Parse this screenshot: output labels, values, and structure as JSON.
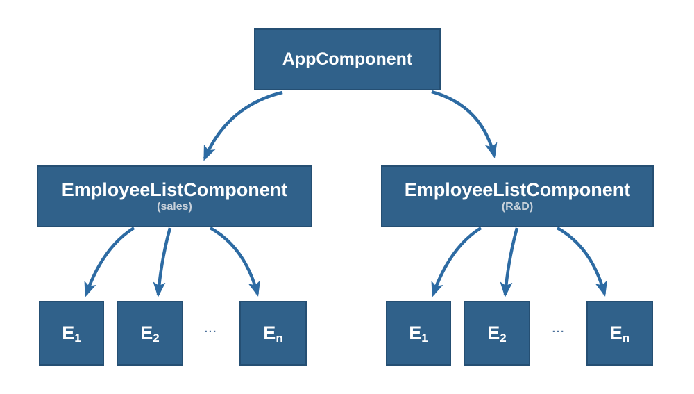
{
  "diagram": {
    "root": {
      "label": "AppComponent"
    },
    "groups": [
      {
        "name": "sales",
        "title": "EmployeeListComponent",
        "subtitle": "(sales)",
        "leaves": [
          {
            "base": "E",
            "sub": "1"
          },
          {
            "base": "E",
            "sub": "2"
          },
          {
            "base": "E",
            "sub": "n"
          }
        ],
        "ellipsis": "..."
      },
      {
        "name": "rnd",
        "title": "EmployeeListComponent",
        "subtitle": "(R&D)",
        "leaves": [
          {
            "base": "E",
            "sub": "1"
          },
          {
            "base": "E",
            "sub": "2"
          },
          {
            "base": "E",
            "sub": "n"
          }
        ],
        "ellipsis": "..."
      }
    ]
  },
  "colors": {
    "background": "#FFFFFF",
    "box_fill": "#30618A",
    "box_border": "#254F73",
    "arrow": "#2D6BA3",
    "text": "#FFFFFF",
    "subtitle_text": "#C9D2DB",
    "ellipsis": "#4A6F99"
  }
}
